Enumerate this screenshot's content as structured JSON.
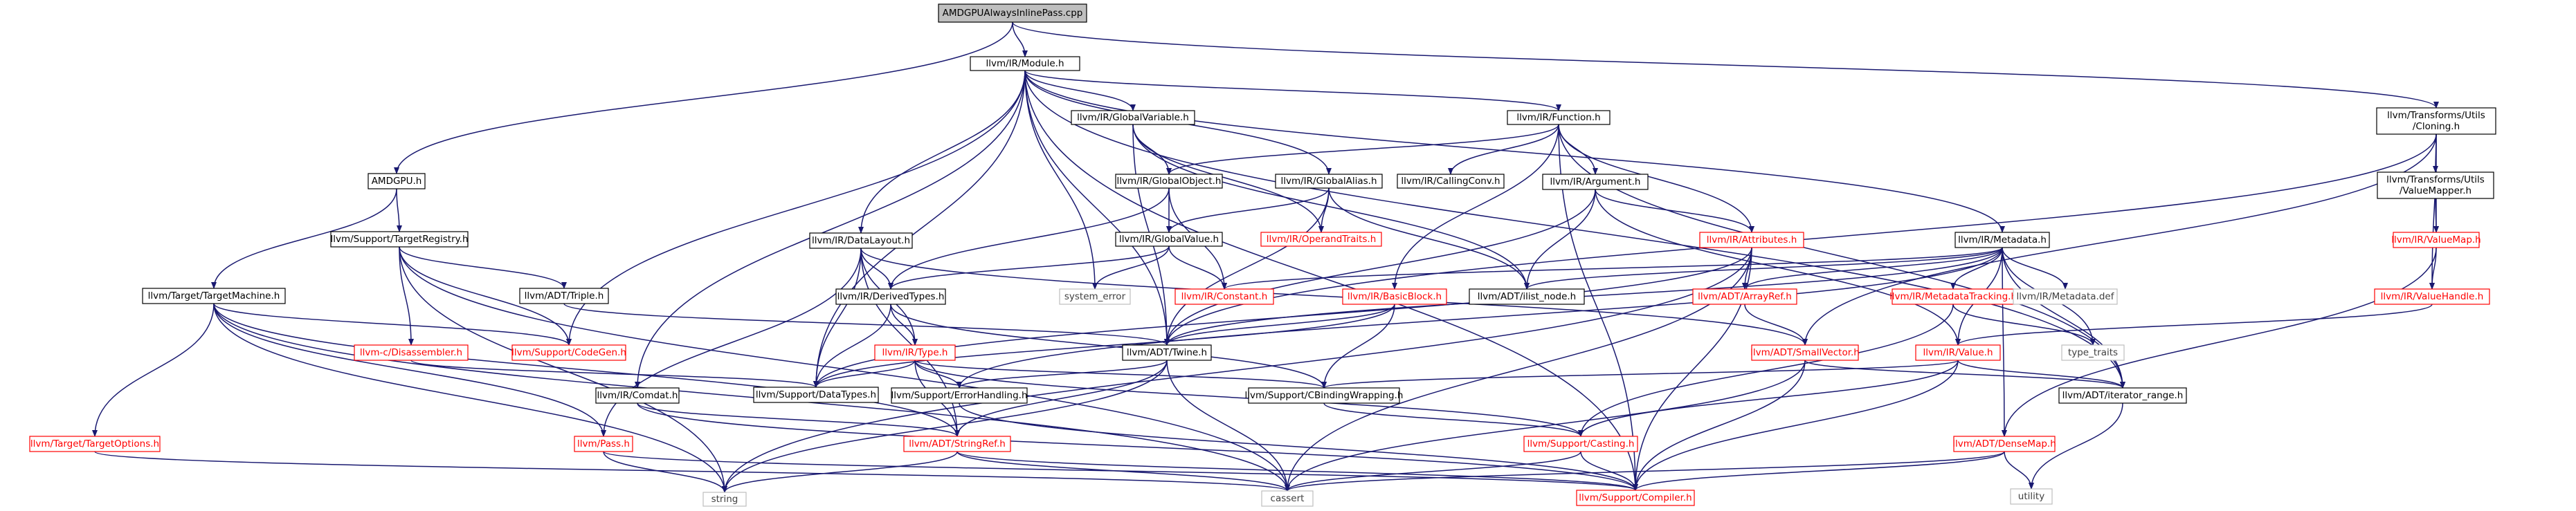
{
  "colors": {
    "edge": "#191970",
    "root_fill": "#bfbfbf",
    "node_border": "#000000",
    "text_normal": "#000000",
    "border_linked_red": "#ff0000",
    "text_linked_red": "#ff0000",
    "border_system": "#bfbfbf",
    "text_system": "#404040"
  },
  "nodes": [
    {
      "id": "root",
      "label": "AMDGPUAlwaysInlinePass.cpp",
      "style": "root"
    },
    {
      "id": "module",
      "label": "llvm/IR/Module.h",
      "style": "normal"
    },
    {
      "id": "amdgpu",
      "label": "AMDGPU.h",
      "style": "normal"
    },
    {
      "id": "cloning",
      "label": "llvm/Transforms/Utils\n/Cloning.h",
      "style": "normal"
    },
    {
      "id": "globalvariable",
      "label": "llvm/IR/GlobalVariable.h",
      "style": "normal"
    },
    {
      "id": "function",
      "label": "llvm/IR/Function.h",
      "style": "normal"
    },
    {
      "id": "targetregistry",
      "label": "llvm/Support/TargetRegistry.h",
      "style": "normal"
    },
    {
      "id": "globalobject",
      "label": "llvm/IR/GlobalObject.h",
      "style": "normal"
    },
    {
      "id": "callingconv",
      "label": "llvm/IR/CallingConv.h",
      "style": "normal"
    },
    {
      "id": "globalalias",
      "label": "llvm/IR/GlobalAlias.h",
      "style": "normal"
    },
    {
      "id": "argument",
      "label": "llvm/IR/Argument.h",
      "style": "normal"
    },
    {
      "id": "valuemapper",
      "label": "llvm/Transforms/Utils\n/ValueMapper.h",
      "style": "normal"
    },
    {
      "id": "globalvalue",
      "label": "llvm/IR/GlobalValue.h",
      "style": "normal"
    },
    {
      "id": "operandtraits",
      "label": "llvm/IR/OperandTraits.h",
      "style": "red"
    },
    {
      "id": "attributes",
      "label": "llvm/IR/Attributes.h",
      "style": "red"
    },
    {
      "id": "metadata",
      "label": "llvm/IR/Metadata.h",
      "style": "normal"
    },
    {
      "id": "valuemap",
      "label": "llvm/IR/ValueMap.h",
      "style": "red"
    },
    {
      "id": "targetmachine",
      "label": "llvm/Target/TargetMachine.h",
      "style": "normal"
    },
    {
      "id": "triple",
      "label": "llvm/ADT/Triple.h",
      "style": "normal"
    },
    {
      "id": "datalayout",
      "label": "llvm/IR/DataLayout.h",
      "style": "normal"
    },
    {
      "id": "derivedtypes",
      "label": "llvm/IR/DerivedTypes.h",
      "style": "normal"
    },
    {
      "id": "system_error",
      "label": "system_error",
      "style": "system"
    },
    {
      "id": "constant",
      "label": "llvm/IR/Constant.h",
      "style": "red"
    },
    {
      "id": "basicblock",
      "label": "llvm/IR/BasicBlock.h",
      "style": "red"
    },
    {
      "id": "ilist_node",
      "label": "llvm/ADT/ilist_node.h",
      "style": "normal"
    },
    {
      "id": "arrayref",
      "label": "llvm/ADT/ArrayRef.h",
      "style": "red"
    },
    {
      "id": "metadatatracking",
      "label": "llvm/IR/MetadataTracking.h",
      "style": "red"
    },
    {
      "id": "metadatadef",
      "label": "llvm/IR/Metadata.def",
      "style": "system"
    },
    {
      "id": "valuehandle",
      "label": "llvm/IR/ValueHandle.h",
      "style": "red"
    },
    {
      "id": "cdisassembler",
      "label": "llvm-c/Disassembler.h",
      "style": "red"
    },
    {
      "id": "codegen",
      "label": "llvm/Support/CodeGen.h",
      "style": "red"
    },
    {
      "id": "type",
      "label": "llvm/IR/Type.h",
      "style": "red"
    },
    {
      "id": "twine",
      "label": "llvm/ADT/Twine.h",
      "style": "normal"
    },
    {
      "id": "smallvector",
      "label": "llvm/ADT/SmallVector.h",
      "style": "red"
    },
    {
      "id": "type_traits",
      "label": "type_traits",
      "style": "system"
    },
    {
      "id": "value",
      "label": "llvm/IR/Value.h",
      "style": "red"
    },
    {
      "id": "datatypes",
      "label": "llvm/Support/DataTypes.h",
      "style": "normal"
    },
    {
      "id": "comdat",
      "label": "llvm/IR/Comdat.h",
      "style": "normal"
    },
    {
      "id": "errorhandling",
      "label": "llvm/Support/ErrorHandling.h",
      "style": "normal"
    },
    {
      "id": "cbindingwrapping",
      "label": "llvm/Support/CBindingWrapping.h",
      "style": "normal"
    },
    {
      "id": "iterator_range",
      "label": "llvm/ADT/iterator_range.h",
      "style": "normal"
    },
    {
      "id": "targetoptions",
      "label": "llvm/Target/TargetOptions.h",
      "style": "red"
    },
    {
      "id": "pass",
      "label": "llvm/Pass.h",
      "style": "red"
    },
    {
      "id": "stringref",
      "label": "llvm/ADT/StringRef.h",
      "style": "red"
    },
    {
      "id": "casting",
      "label": "llvm/Support/Casting.h",
      "style": "red"
    },
    {
      "id": "densemap",
      "label": "llvm/ADT/DenseMap.h",
      "style": "red"
    },
    {
      "id": "utility",
      "label": "utility",
      "style": "system"
    },
    {
      "id": "string",
      "label": "string",
      "style": "system"
    },
    {
      "id": "cassert",
      "label": "cassert",
      "style": "system"
    },
    {
      "id": "compiler",
      "label": "llvm/Support/Compiler.h",
      "style": "red"
    }
  ],
  "edges": [
    [
      "root",
      "module"
    ],
    [
      "root",
      "amdgpu"
    ],
    [
      "root",
      "cloning"
    ],
    [
      "module",
      "globalvariable"
    ],
    [
      "module",
      "function"
    ],
    [
      "module",
      "globalalias"
    ],
    [
      "module",
      "metadata"
    ],
    [
      "module",
      "datalayout"
    ],
    [
      "module",
      "comdat"
    ],
    [
      "module",
      "codegen"
    ],
    [
      "module",
      "datatypes"
    ],
    [
      "module",
      "system_error"
    ],
    [
      "module",
      "twine"
    ],
    [
      "module",
      "iterator_range"
    ],
    [
      "module",
      "compiler"
    ],
    [
      "amdgpu",
      "targetregistry"
    ],
    [
      "amdgpu",
      "targetmachine"
    ],
    [
      "targetregistry",
      "triple"
    ],
    [
      "targetregistry",
      "cdisassembler"
    ],
    [
      "targetregistry",
      "codegen"
    ],
    [
      "targetregistry",
      "string"
    ],
    [
      "targetregistry",
      "cassert"
    ],
    [
      "targetmachine",
      "codegen"
    ],
    [
      "targetmachine",
      "targetoptions"
    ],
    [
      "targetmachine",
      "pass"
    ],
    [
      "targetmachine",
      "stringref"
    ],
    [
      "targetmachine",
      "string"
    ],
    [
      "targetmachine",
      "cassert"
    ],
    [
      "globalvariable",
      "globalobject"
    ],
    [
      "globalvariable",
      "operandtraits"
    ],
    [
      "globalvariable",
      "ilist_node"
    ],
    [
      "globalvariable",
      "twine"
    ],
    [
      "function",
      "globalobject"
    ],
    [
      "function",
      "callingconv"
    ],
    [
      "function",
      "argument"
    ],
    [
      "function",
      "attributes"
    ],
    [
      "function",
      "basicblock"
    ],
    [
      "function",
      "iterator_range"
    ],
    [
      "function",
      "compiler"
    ],
    [
      "globalobject",
      "globalvalue"
    ],
    [
      "globalobject",
      "constant"
    ],
    [
      "globalobject",
      "derivedtypes"
    ],
    [
      "globalalias",
      "globalvalue"
    ],
    [
      "globalalias",
      "operandtraits"
    ],
    [
      "globalalias",
      "ilist_node"
    ],
    [
      "globalalias",
      "twine"
    ],
    [
      "argument",
      "attributes"
    ],
    [
      "argument",
      "ilist_node"
    ],
    [
      "argument",
      "value"
    ],
    [
      "argument",
      "twine"
    ],
    [
      "globalvalue",
      "derivedtypes"
    ],
    [
      "globalvalue",
      "constant"
    ],
    [
      "globalvalue",
      "system_error"
    ],
    [
      "attributes",
      "arrayref"
    ],
    [
      "attributes",
      "string"
    ],
    [
      "attributes",
      "cassert"
    ],
    [
      "attributes",
      "compiler"
    ],
    [
      "attributes",
      "datatypes"
    ],
    [
      "metadata",
      "arrayref"
    ],
    [
      "metadata",
      "metadatatracking"
    ],
    [
      "metadata",
      "metadatadef"
    ],
    [
      "metadata",
      "value"
    ],
    [
      "metadata",
      "ilist_node"
    ],
    [
      "metadata",
      "densemap"
    ],
    [
      "metadata",
      "iterator_range"
    ],
    [
      "metadata",
      "type_traits"
    ],
    [
      "metadata",
      "constant"
    ],
    [
      "metadata",
      "errorhandling"
    ],
    [
      "metadata",
      "twine"
    ],
    [
      "cloning",
      "valuemapper"
    ],
    [
      "cloning",
      "valuehandle"
    ],
    [
      "cloning",
      "valuemap"
    ],
    [
      "cloning",
      "smallvector"
    ],
    [
      "cloning",
      "twine"
    ],
    [
      "valuemapper",
      "valuemap"
    ],
    [
      "valuemap",
      "valuehandle"
    ],
    [
      "valuemap",
      "densemap"
    ],
    [
      "valuehandle",
      "value"
    ],
    [
      "datalayout",
      "derivedtypes"
    ],
    [
      "datalayout",
      "type"
    ],
    [
      "datalayout",
      "datatypes"
    ],
    [
      "datalayout",
      "pass"
    ],
    [
      "datalayout",
      "smallvector"
    ],
    [
      "datalayout",
      "stringref"
    ],
    [
      "triple",
      "twine"
    ],
    [
      "derivedtypes",
      "type"
    ],
    [
      "derivedtypes",
      "datatypes"
    ],
    [
      "derivedtypes",
      "cbindingwrapping"
    ],
    [
      "basicblock",
      "twine"
    ],
    [
      "basicblock",
      "cbindingwrapping"
    ],
    [
      "basicblock",
      "datatypes"
    ],
    [
      "arrayref",
      "smallvector"
    ],
    [
      "metadatatracking",
      "type_traits"
    ],
    [
      "metadatatracking",
      "casting"
    ],
    [
      "cdisassembler",
      "datatypes"
    ],
    [
      "type",
      "datatypes"
    ],
    [
      "type",
      "errorhandling"
    ],
    [
      "type",
      "stringref"
    ],
    [
      "type",
      "casting"
    ],
    [
      "type",
      "cbindingwrapping"
    ],
    [
      "twine",
      "stringref"
    ],
    [
      "twine",
      "errorhandling"
    ],
    [
      "twine",
      "string"
    ],
    [
      "twine",
      "cassert"
    ],
    [
      "smallvector",
      "iterator_range"
    ],
    [
      "smallvector",
      "cassert"
    ],
    [
      "smallvector",
      "compiler"
    ],
    [
      "value",
      "iterator_range"
    ],
    [
      "value",
      "cbindingwrapping"
    ],
    [
      "value",
      "casting"
    ],
    [
      "value",
      "compiler"
    ],
    [
      "comdat",
      "stringref"
    ],
    [
      "comdat",
      "compiler"
    ],
    [
      "errorhandling",
      "compiler"
    ],
    [
      "cbindingwrapping",
      "casting"
    ],
    [
      "iterator_range",
      "utility"
    ],
    [
      "targetoptions",
      "cassert"
    ],
    [
      "pass",
      "string"
    ],
    [
      "pass",
      "compiler"
    ],
    [
      "stringref",
      "string"
    ],
    [
      "stringref",
      "cassert"
    ],
    [
      "stringref",
      "compiler"
    ],
    [
      "casting",
      "cassert"
    ],
    [
      "casting",
      "compiler"
    ],
    [
      "densemap",
      "utility"
    ],
    [
      "densemap",
      "cassert"
    ],
    [
      "densemap",
      "compiler"
    ]
  ]
}
